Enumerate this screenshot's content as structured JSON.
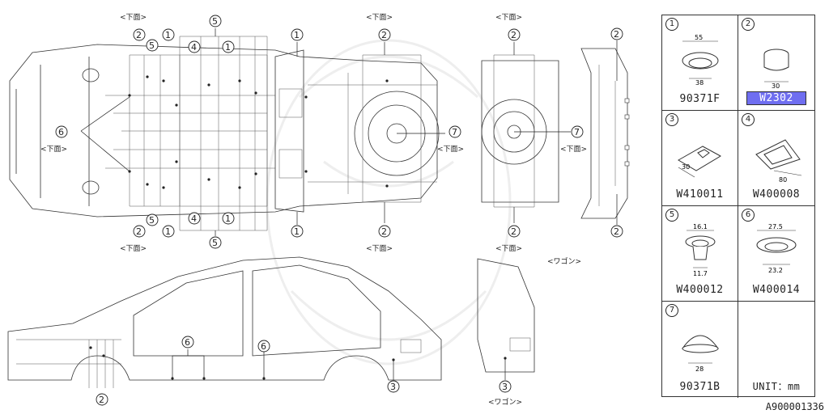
{
  "labels": {
    "underside": "<下面>",
    "wagon": "<ワゴン>"
  },
  "parts": [
    {
      "index": "1",
      "code": "90371F",
      "dims": [
        "55",
        "38"
      ],
      "highlight": false
    },
    {
      "index": "2",
      "code": "W2302",
      "dims": [
        "30"
      ],
      "highlight": true
    },
    {
      "index": "3",
      "code": "W410011",
      "dims": [
        "30"
      ],
      "highlight": false
    },
    {
      "index": "4",
      "code": "W400008",
      "dims": [
        "80"
      ],
      "highlight": false
    },
    {
      "index": "5",
      "code": "W400012",
      "dims": [
        "16.1",
        "11.7"
      ],
      "highlight": false
    },
    {
      "index": "6",
      "code": "W400014",
      "dims": [
        "27.5",
        "23.2"
      ],
      "highlight": false
    },
    {
      "index": "7",
      "code": "90371B",
      "dims": [
        "28"
      ],
      "highlight": false
    }
  ],
  "unit": "UNIT：mm",
  "figure_id": "A900001336",
  "colors": {
    "highlight": "#6f6ef0",
    "line": "#333333"
  }
}
